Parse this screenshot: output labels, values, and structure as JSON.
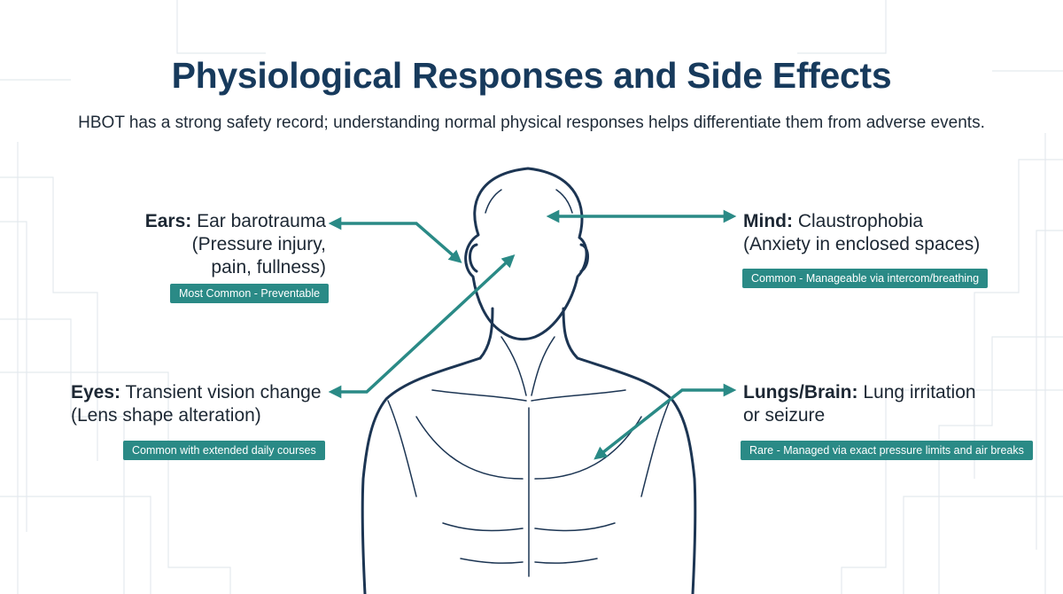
{
  "title": "Physiological Responses and Side Effects",
  "subtitle": "HBOT has a strong safety record; understanding normal physical responses helps differentiate them from adverse events.",
  "callouts": {
    "ears": {
      "heading": "Ears:",
      "line1": " Ear barotrauma",
      "line2": "(Pressure injury,",
      "line3": "pain, fullness)",
      "badge": "Most Common - Preventable"
    },
    "eyes": {
      "heading": "Eyes:",
      "line1": " Transient vision change",
      "line2": "(Lens shape alteration)",
      "badge": "Common with extended daily courses"
    },
    "mind": {
      "heading": "Mind:",
      "line1": " Claustrophobia",
      "line2": "(Anxiety in enclosed spaces)",
      "badge": "Common - Manageable via intercom/breathing"
    },
    "lungs": {
      "heading": "Lungs/Brain:",
      "line1": " Lung irritation",
      "line2": "or seizure",
      "badge": "Rare - Managed via exact pressure limits and air breaks"
    }
  },
  "colors": {
    "title": "#173a5c",
    "arrow": "#2a8a86",
    "badge": "#2a8a86",
    "outline": "#1c3553"
  }
}
